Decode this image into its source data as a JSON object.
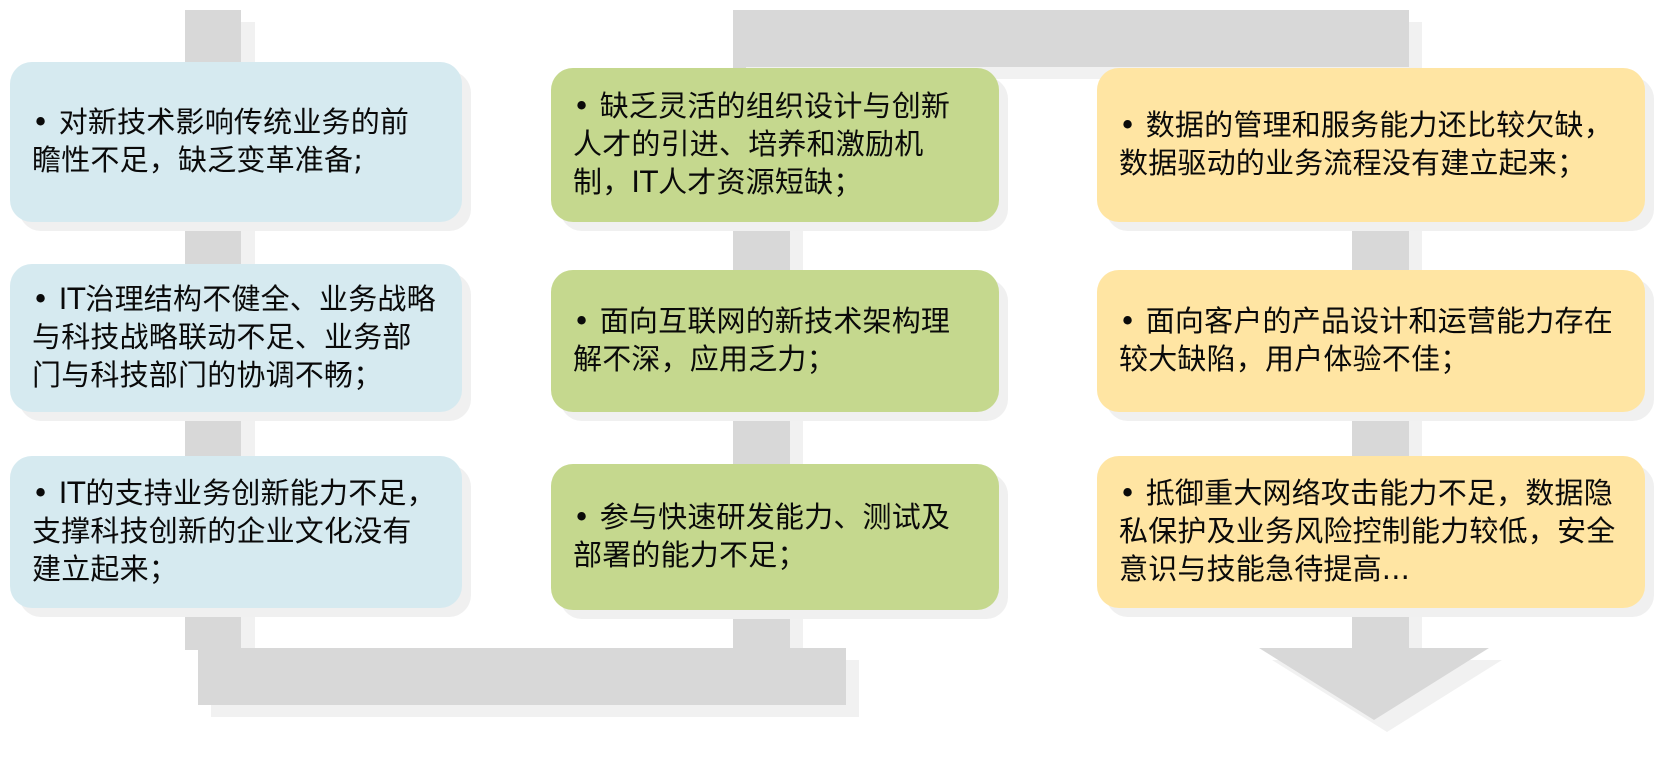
{
  "diagram": {
    "title": "IT transformation gap analysis – three column grouped list",
    "colors": {
      "column1_fill": "#d6eaf0",
      "column2_fill": "#c5d88e",
      "column3_fill": "#ffe5a3",
      "connector_fill": "#d8d8d8",
      "connector_shadow": "#f1f1f1",
      "box_shadow": "#f0f0f0",
      "text": "#0a0a0a",
      "background": "#ffffff"
    },
    "columns": [
      {
        "id": "column-1",
        "accent": "#d6eaf0",
        "items": [
          {
            "id": "c1-item-1",
            "text": "•   对新技术影响传统业务的前瞻性不足，缺乏变革准备;"
          },
          {
            "id": "c1-item-2",
            "text": "• IT治理结构不健全、业务战略与科技战略联动不足、业务部门与科技部门的协调不畅；"
          },
          {
            "id": "c1-item-3",
            "text": "• IT的支持业务创新能力不足，支撑科技创新的企业文化没有建立起来；"
          }
        ]
      },
      {
        "id": "column-2",
        "accent": "#c5d88e",
        "items": [
          {
            "id": "c2-item-1",
            "text": "• 缺乏灵活的组织设计与创新人才的引进、培养和激励机制，IT人才资源短缺；"
          },
          {
            "id": "c2-item-2",
            "text": "• 面向互联网的新技术架构理解不深，应用乏力；"
          },
          {
            "id": "c2-item-3",
            "text": "•   参与快速研发能力、测试及部署的能力不足；"
          }
        ]
      },
      {
        "id": "column-3",
        "accent": "#ffe5a3",
        "items": [
          {
            "id": "c3-item-1",
            "text": "•   数据的管理和服务能力还比较欠缺，数据驱动的业务流程没有建立起来；"
          },
          {
            "id": "c3-item-2",
            "text": "•   面向客户的产品设计和运营能力存在较大缺陷，用户体验不佳；"
          },
          {
            "id": "c3-item-3",
            "text": "•  抵御重大网络攻击能力不足，数据隐私保护及业务风险控制能力较低，安全意识与技能急待提高..."
          }
        ]
      }
    ]
  }
}
